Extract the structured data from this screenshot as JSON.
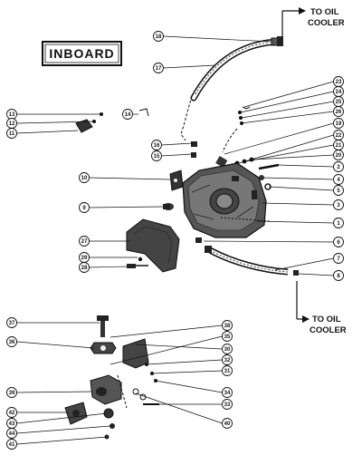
{
  "title": "INBOARD",
  "oil_cooler_top": [
    "TO OIL",
    "COOLER"
  ],
  "oil_cooler_bottom": [
    "TO OIL",
    "COOLER"
  ],
  "parts": [
    {
      "n": "18"
    },
    {
      "n": "17"
    },
    {
      "n": "23"
    },
    {
      "n": "24"
    },
    {
      "n": "25"
    },
    {
      "n": "26"
    },
    {
      "n": "19"
    },
    {
      "n": "22"
    },
    {
      "n": "21"
    },
    {
      "n": "20"
    },
    {
      "n": "2"
    },
    {
      "n": "4"
    },
    {
      "n": "5"
    },
    {
      "n": "3"
    },
    {
      "n": "1"
    },
    {
      "n": "6"
    },
    {
      "n": "7"
    },
    {
      "n": "8"
    },
    {
      "n": "13"
    },
    {
      "n": "12"
    },
    {
      "n": "11"
    },
    {
      "n": "14"
    },
    {
      "n": "16"
    },
    {
      "n": "15"
    },
    {
      "n": "10"
    },
    {
      "n": "9"
    },
    {
      "n": "27"
    },
    {
      "n": "29"
    },
    {
      "n": "28"
    },
    {
      "n": "37"
    },
    {
      "n": "38"
    },
    {
      "n": "36"
    },
    {
      "n": "35"
    },
    {
      "n": "30"
    },
    {
      "n": "32"
    },
    {
      "n": "31"
    },
    {
      "n": "33"
    },
    {
      "n": "34"
    },
    {
      "n": "39"
    },
    {
      "n": "40"
    },
    {
      "n": "42"
    },
    {
      "n": "43"
    },
    {
      "n": "44"
    },
    {
      "n": "41"
    }
  ]
}
